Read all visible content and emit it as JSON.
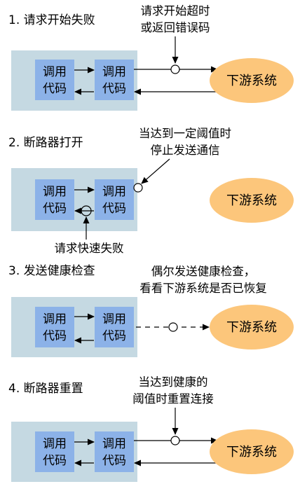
{
  "steps": [
    {
      "title": "1. 请求开始失败",
      "note_lines": [
        "请求开始超时",
        "或返回错误码"
      ],
      "caller_lines": [
        "调用",
        "代码"
      ],
      "callee_lines": [
        "调用",
        "代码"
      ],
      "downstream": "下游系统"
    },
    {
      "title": "2. 断路器打开",
      "note_lines": [
        "当达到一定阈值时",
        "停止发送通信"
      ],
      "caller_lines": [
        "调用",
        "代码"
      ],
      "callee_lines": [
        "调用",
        "代码"
      ],
      "downstream": "下游系统",
      "bottom_note": "请求快速失败"
    },
    {
      "title": "3. 发送健康检查",
      "note_lines": [
        "偶尔发送健康检查，",
        "看看下游系统是否已恢复"
      ],
      "caller_lines": [
        "调用",
        "代码"
      ],
      "callee_lines": [
        "调用",
        "代码"
      ],
      "downstream": "下游系统"
    },
    {
      "title": "4. 断路器重置",
      "note_lines": [
        "当达到健康的",
        "阈值时重置连接"
      ],
      "caller_lines": [
        "调用",
        "代码"
      ],
      "callee_lines": [
        "调用",
        "代码"
      ],
      "downstream": "下游系统"
    }
  ],
  "colors": {
    "container": "#c5d9e2",
    "code_box": "#8cb2e8",
    "downstream": "#fcc67b"
  }
}
